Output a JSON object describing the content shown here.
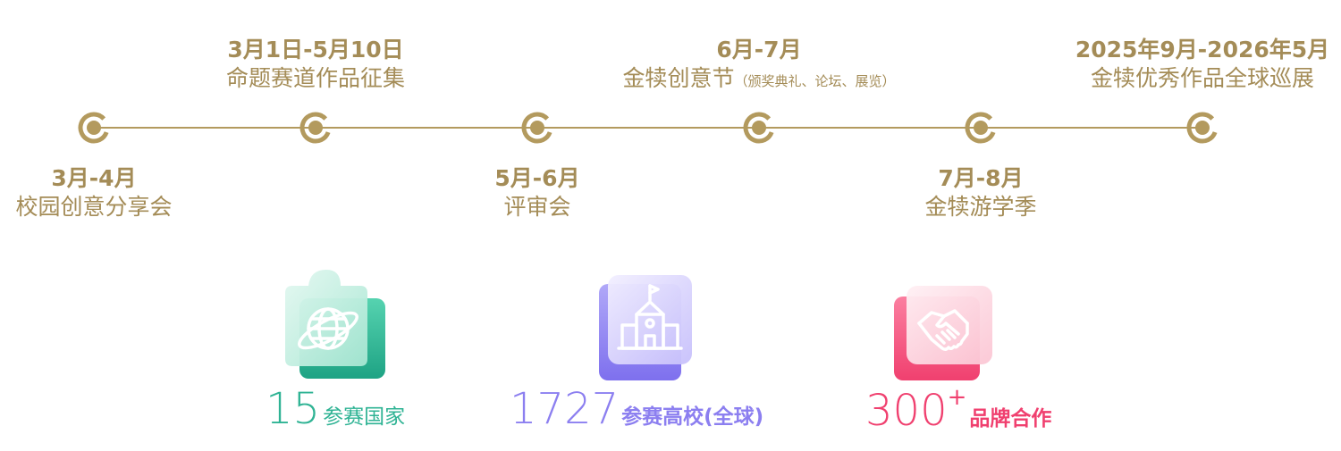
{
  "timeline": {
    "events": [
      {
        "date": "3月-4月",
        "title": "校园创意分享会",
        "note": ""
      },
      {
        "date": "3月1日-5月10日",
        "title": "命题赛道作品征集",
        "note": ""
      },
      {
        "date": "5月-6月",
        "title": "评审会",
        "note": ""
      },
      {
        "date": "6月-7月",
        "title": "金犊创意节",
        "note": "（颁奖典礼、论坛、展览）"
      },
      {
        "date": "7月-8月",
        "title": "金犊游学季",
        "note": ""
      },
      {
        "date": "2025年9月-2026年5月",
        "title": "金犊优秀作品全球巡展",
        "note": ""
      }
    ],
    "accent_color": "#a48c57"
  },
  "stats": [
    {
      "number": "15",
      "suffix": "",
      "label": "参赛国家",
      "icon": "globe-icon",
      "color": "#2fb394"
    },
    {
      "number": "1727",
      "suffix": "",
      "label": "参赛高校(全球)",
      "icon": "school-icon",
      "color": "#8c7ff0"
    },
    {
      "number": "300",
      "suffix": "+",
      "label": "品牌合作",
      "icon": "handshake-icon",
      "color": "#f0406f"
    }
  ]
}
